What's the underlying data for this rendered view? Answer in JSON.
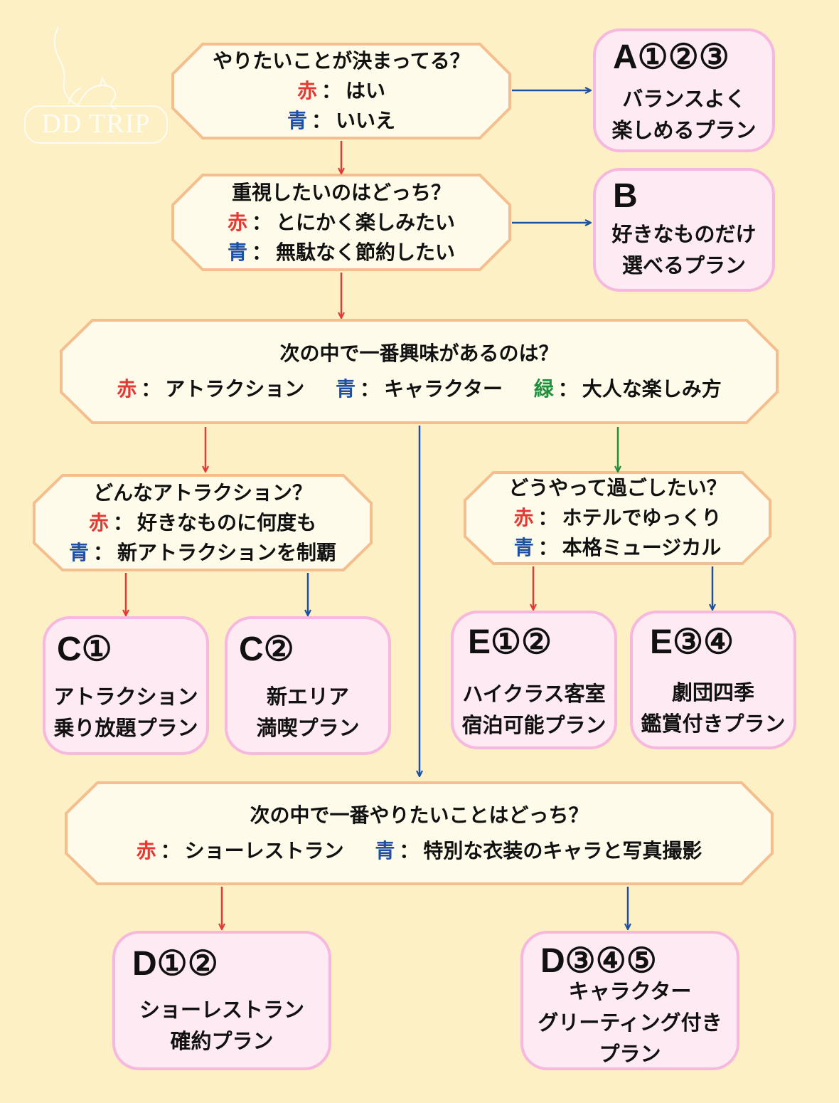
{
  "logo": {
    "text": "DD TRIP"
  },
  "colors": {
    "red": "#e43a35",
    "blue": "#1f4fa0",
    "green": "#1f8f3e",
    "question_fill": "#fffbea",
    "question_border": "#f5be8f",
    "result_fill": "#fdeaf3",
    "result_border": "#f6b8de",
    "background": "#fdf0c4"
  },
  "keys": {
    "red": "赤",
    "blue": "青",
    "green": "緑"
  },
  "q1": {
    "title": "やりたいことが決まってる？",
    "red": "はい",
    "blue": "いいえ"
  },
  "q2": {
    "title": "重視したいのはどっち？",
    "red": "とにかく楽しみたい",
    "blue": "無駄なく節約したい"
  },
  "q3": {
    "title": "次の中で一番興味があるのは？",
    "red": "アトラクション",
    "blue": "キャラクター",
    "green": "大人な楽しみ方"
  },
  "q4": {
    "title": "どんなアトラクション？",
    "red": "好きなものに何度も",
    "blue": "新アトラクションを制覇"
  },
  "q5": {
    "title": "どうやって過ごしたい？",
    "red": "ホテルでゆっくり",
    "blue": "本格ミュージカル"
  },
  "q6": {
    "title": "次の中で一番やりたいことはどっち？",
    "red": "ショーレストラン",
    "blue": "特別な衣装のキャラと写真撮影"
  },
  "results": {
    "A": {
      "code": "A①②③",
      "line1": "バランスよく",
      "line2": "楽しめるプラン"
    },
    "B": {
      "code": "B",
      "line1": "好きなものだけ",
      "line2": "選べるプラン"
    },
    "C1": {
      "code": "C①",
      "line1": "アトラクション",
      "line2": "乗り放題プラン"
    },
    "C2": {
      "code": "C②",
      "line1": "新エリア",
      "line2": "満喫プラン"
    },
    "E12": {
      "code": "E①②",
      "line1": "ハイクラス客室",
      "line2": "宿泊可能プラン"
    },
    "E34": {
      "code": "E③④",
      "line1": "劇団四季",
      "line2": "鑑賞付きプラン"
    },
    "D12": {
      "code": "D①②",
      "line1": "ショーレストラン",
      "line2": "確約プラン"
    },
    "D345": {
      "code": "D③④⑤",
      "line1": "キャラクター",
      "line2": "グリーティング付き",
      "line3": "プラン"
    }
  }
}
